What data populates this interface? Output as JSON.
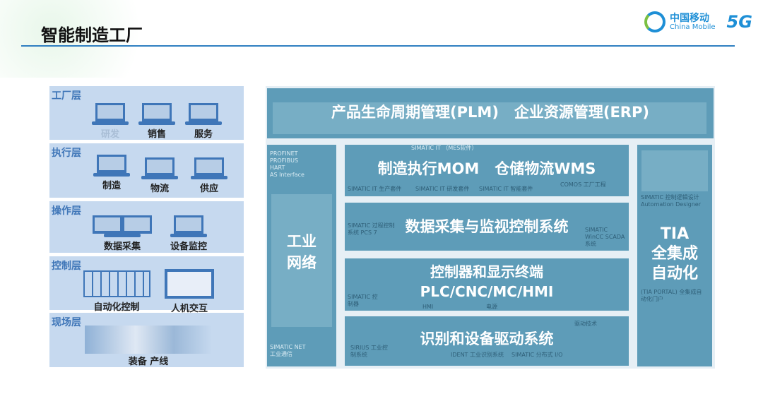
{
  "title": "智能制造工厂",
  "logo": {
    "cn": "中国移动",
    "en": "China Mobile",
    "badge": "5G"
  },
  "layers": [
    {
      "name": "工厂层",
      "items": [
        "研发",
        "销售",
        "服务"
      ]
    },
    {
      "name": "执行层",
      "items": [
        "制造",
        "物流",
        "供应"
      ]
    },
    {
      "name": "操作层",
      "items": [
        "数据采集",
        "设备监控"
      ]
    },
    {
      "name": "控制层",
      "items": [
        "自动化控制",
        "人机交互"
      ]
    },
    {
      "name": "现场层",
      "items": [
        "装备 产线"
      ]
    }
  ],
  "plm": "产品生命周期管理(PLM)   企业资源管理(ERP)",
  "network": {
    "protocols": [
      "PROFINET",
      "PROFIBUS",
      "HART",
      "AS Interface"
    ],
    "label1": "工业",
    "label2": "网络",
    "footer1": "SIMATIC NET",
    "footer2": "工业通信"
  },
  "mes": {
    "title": "制造执行MOM   仓储物流WMS",
    "top": "SIMATIC IT （MES软件）",
    "subs": [
      "SIMATIC IT 生产套件",
      "SIMATIC IT 研发套件",
      "SIMATIC IT 智能套件",
      "COMOS 工厂工程"
    ]
  },
  "scada": {
    "title": "数据采集与监视控制系统",
    "left": "SIMATIC 过程控制系统 PCS 7",
    "right": "SIMATIC WinCC SCADA 系统"
  },
  "ctrl": {
    "line1": "控制器和显示终端",
    "line2": "PLC/CNC/MC/HMI",
    "subs": [
      "SIMATIC 控制器",
      "HMI",
      "电源"
    ]
  },
  "drive": {
    "title": "识别和设备驱动系统",
    "subs": [
      "SIRIUS 工业控制系统",
      "IDENT 工业识别系统",
      "SIMATIC 分布式 I/O",
      "驱动技术"
    ]
  },
  "tia": {
    "line1": "TIA",
    "line2": "全集成",
    "line3": "自动化",
    "top": "SIMATIC 控制逻辑设计 Automation Designer",
    "bottom": "(TIA PORTAL) 全集成自动化门户"
  }
}
